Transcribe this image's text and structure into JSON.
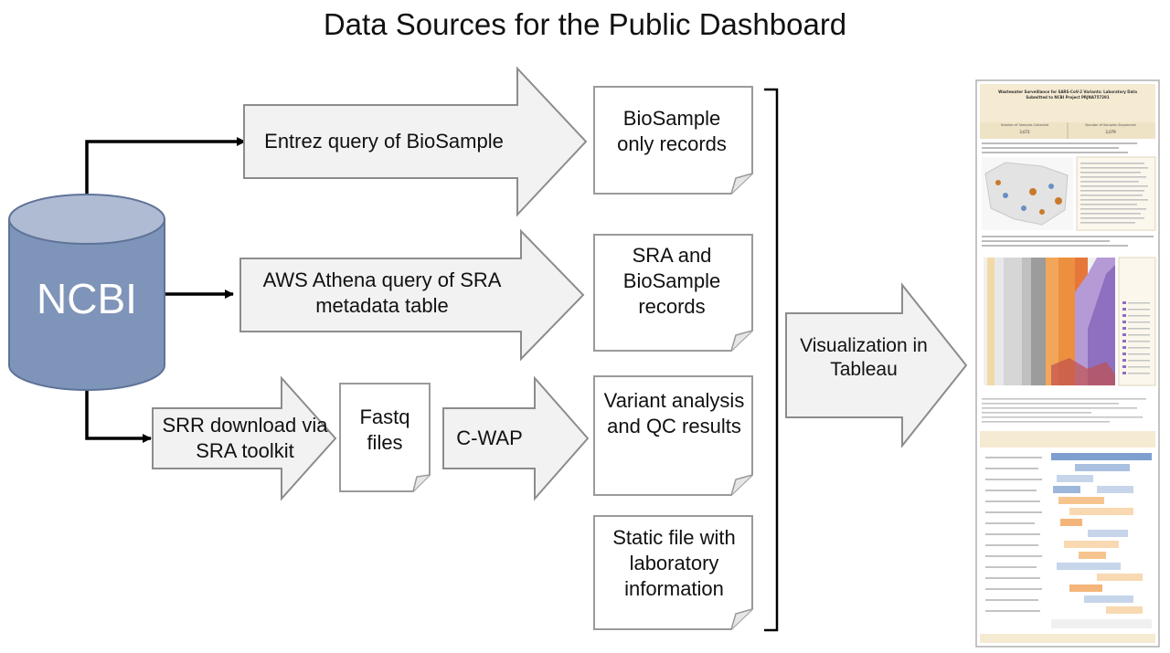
{
  "title": "Data Sources for the Public Dashboard",
  "source_node": "NCBI",
  "query_nodes": [
    {
      "id": "entrez",
      "label": "Entrez query of BioSample"
    },
    {
      "id": "athena",
      "label": "AWS Athena query of SRA metadata table"
    },
    {
      "id": "srr",
      "label": "SRR download via SRA toolkit"
    },
    {
      "id": "cwap",
      "label": "C-WAP"
    }
  ],
  "intermediate_file": "Fastq files",
  "output_docs": [
    {
      "id": "biosample-only",
      "label": "BioSample only records"
    },
    {
      "id": "sra-biosample",
      "label": "SRA and BioSample records"
    },
    {
      "id": "variant-qc",
      "label": "Variant analysis and QC results"
    },
    {
      "id": "static-lab",
      "label": "Static file with laboratory information"
    }
  ],
  "visualization": "Visualization in Tableau",
  "dashboard_thumbnail": {
    "heading": "Wastewater Surveillance for SARS-CoV-2 Variants: Laboratory Data Submitted to NCBI Project PRJNA757291",
    "stat_labels": [
      "Number of Samples Collected",
      "Number of Samples Sequenced"
    ],
    "stat_values": [
      "3,672",
      "3,079"
    ]
  },
  "colors": {
    "arrow_fill": "#f2f2f2",
    "arrow_stroke": "#8c8c8c",
    "cylinder_fill": "#7f94b9",
    "cylinder_top": "#aebbd3",
    "doc_fill": "#ffffff",
    "doc_stroke": "#9a9a9a",
    "dashboard_header": "#f5ead2"
  }
}
